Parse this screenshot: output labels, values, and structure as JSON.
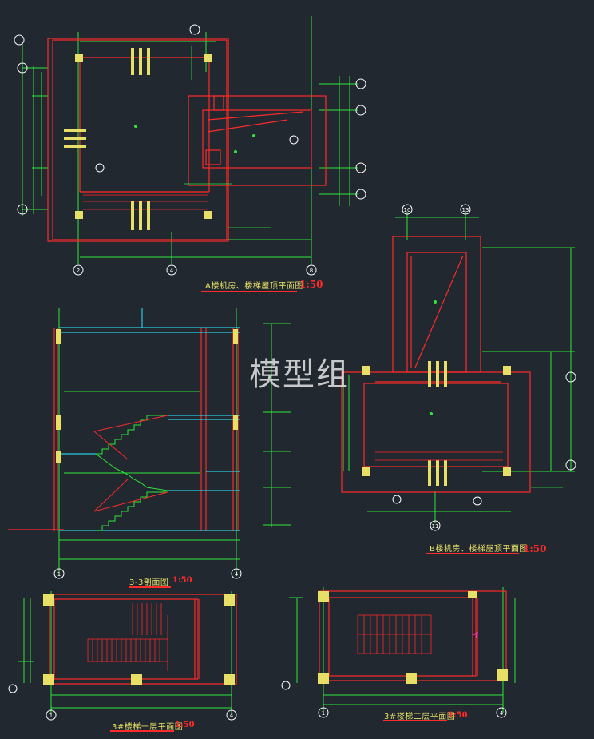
{
  "watermark": "模型组",
  "drawings": {
    "plan_a": {
      "title": "A楼机房、楼梯屋顶平面图",
      "scale": "1:50"
    },
    "plan_b": {
      "title": "B楼机房、楼梯屋顶平面图",
      "scale": "1:50"
    },
    "section_33": {
      "title": "3-3剖面图",
      "scale": "1:50"
    },
    "stair3_floor1": {
      "title": "3#楼梯一层平面图",
      "scale": "1:50"
    },
    "stair3_floor2": {
      "title": "3#楼梯二层平面图",
      "scale": "1:50"
    }
  },
  "grid_axes": {
    "plan_a_bottom": [
      "2",
      "4",
      "8"
    ],
    "plan_b_top": [
      "10",
      "13"
    ],
    "plan_b_bottom": [
      "11"
    ],
    "section_bottom": [
      "1",
      "4"
    ],
    "stair1_bottom": [
      "1",
      "4"
    ],
    "stair2_bottom": [
      "1",
      "4"
    ]
  },
  "colors": {
    "background": "#212830",
    "wall": "#ff2a2a",
    "dimension": "#2ee63a",
    "grid_bubble": "#ffffff",
    "column": "#e8e066",
    "text": "#ffffff",
    "magenta": "#ff33cc"
  }
}
